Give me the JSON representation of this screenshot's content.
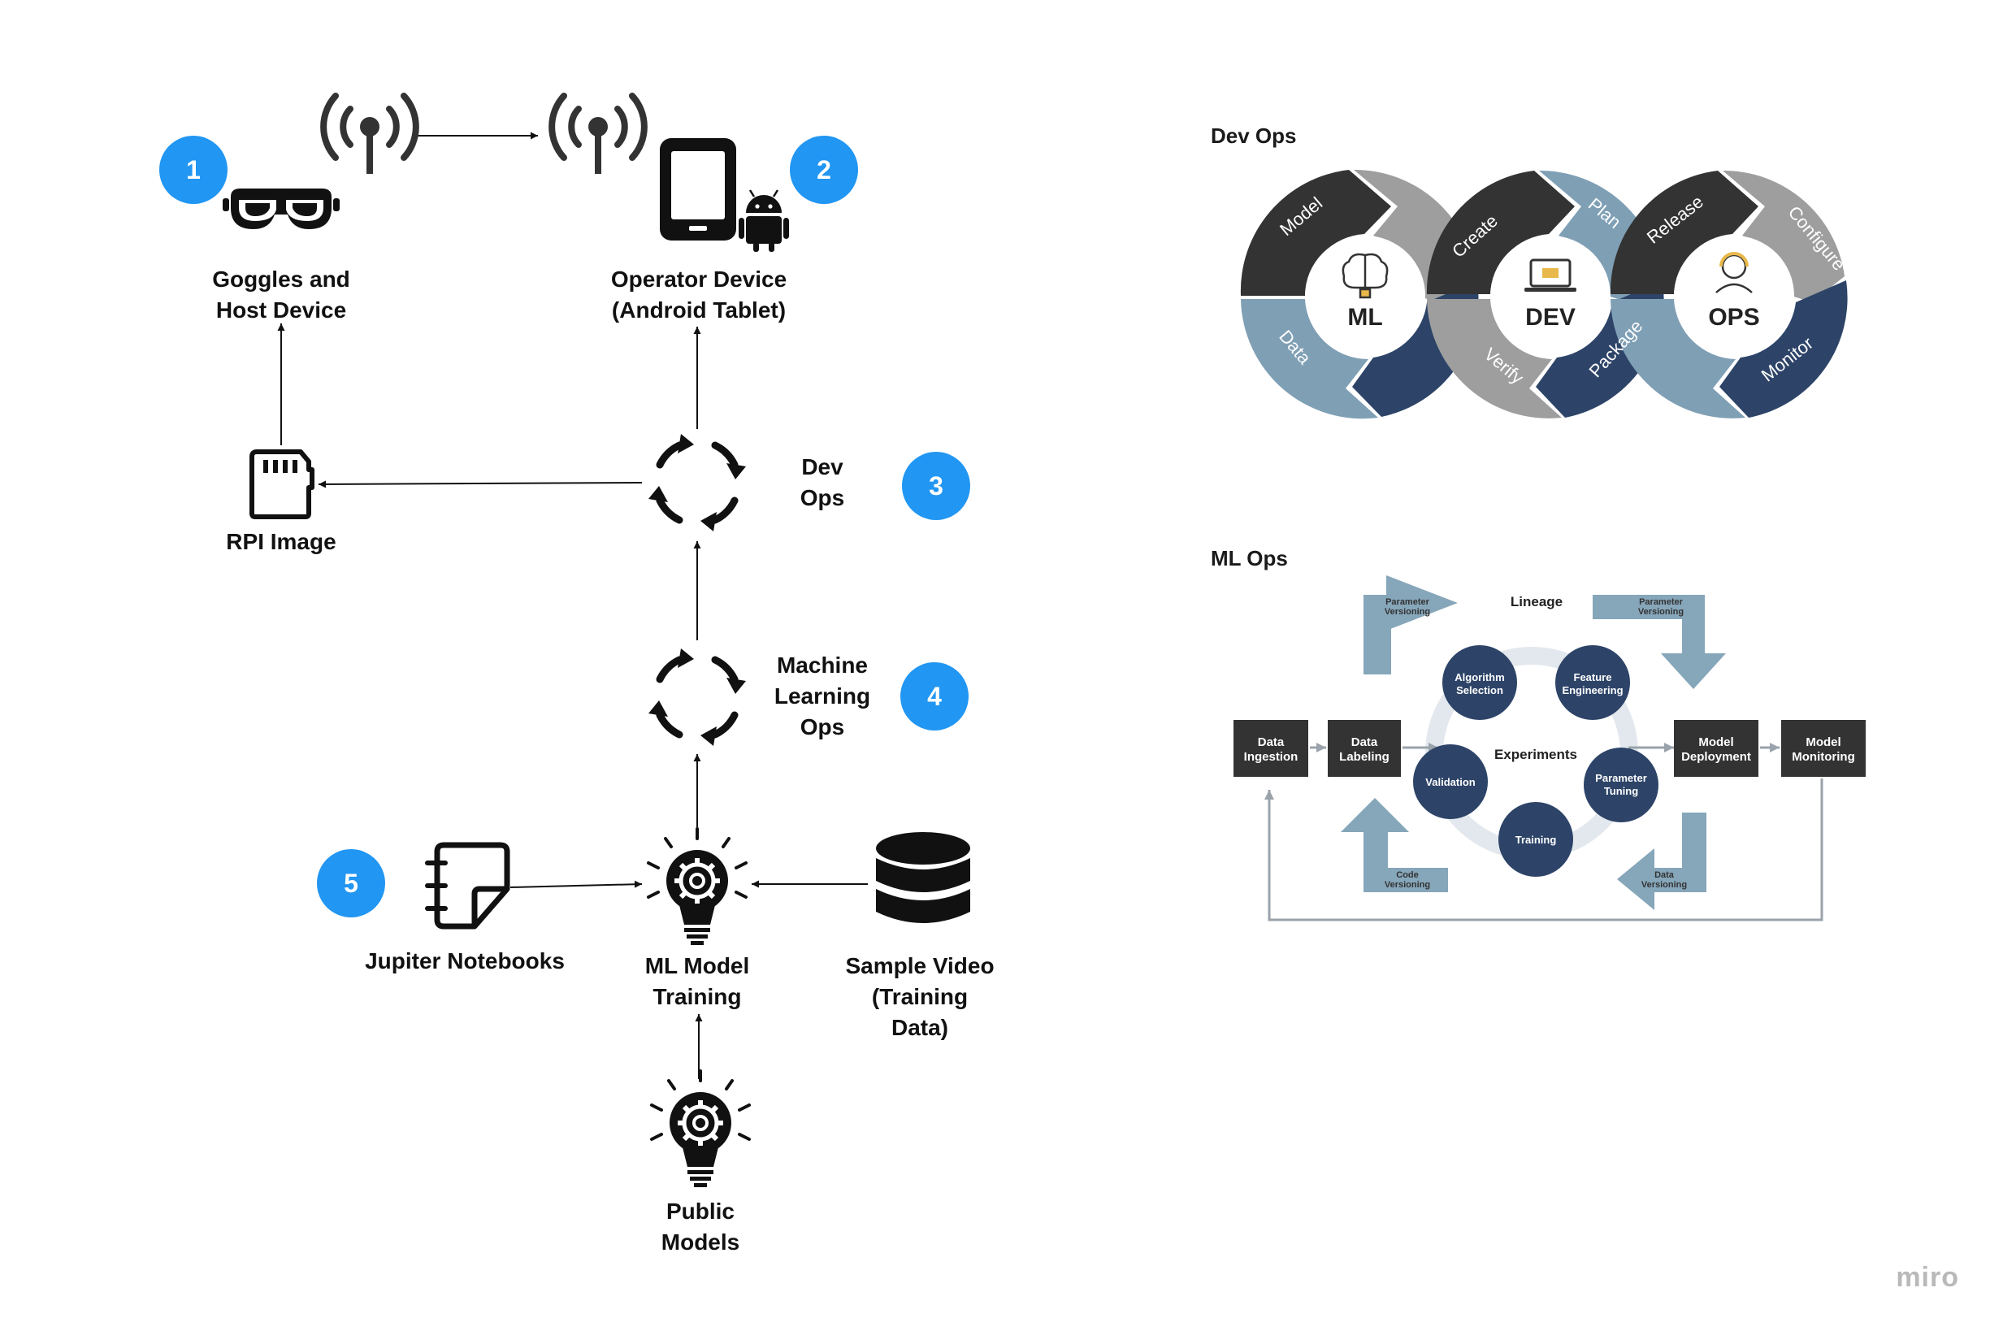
{
  "left": {
    "badges": [
      "1",
      "2",
      "3",
      "4",
      "5"
    ],
    "nodes": {
      "goggles": [
        "Goggles and",
        "Host Device"
      ],
      "operator": [
        "Operator Device",
        "(Android Tablet)"
      ],
      "rpi": [
        "RPI Image"
      ],
      "devops": [
        "Dev",
        "Ops"
      ],
      "mlops": [
        "Machine",
        "Learning",
        "Ops"
      ],
      "notebooks": [
        "Jupiter Notebooks"
      ],
      "training": [
        "ML Model",
        "Training"
      ],
      "video": [
        "Sample Video",
        "(Training",
        "Data)"
      ],
      "public": [
        "Public",
        "Models"
      ]
    }
  },
  "devops": {
    "title": "Dev Ops",
    "hubs": [
      "ML",
      "DEV",
      "OPS"
    ],
    "segments": [
      "Model",
      "Data",
      "Create",
      "Verify",
      "Plan",
      "Package",
      "Release",
      "Monitor",
      "Configure"
    ],
    "colors": {
      "dark": "#333333",
      "grey": "#9e9e9e",
      "navy": "#2d4468",
      "light": "#7f9fb5"
    }
  },
  "mlops": {
    "title": "ML Ops",
    "center": "Experiments",
    "lineage": "Lineage",
    "boxes": {
      "ingestion": [
        "Data",
        "Ingestion"
      ],
      "labeling": [
        "Data",
        "Labeling"
      ],
      "deployment": [
        "Model",
        "Deployment"
      ],
      "monitoring": [
        "Model",
        "Monitoring"
      ]
    },
    "circles": {
      "algorithm": [
        "Algorithm",
        "Selection"
      ],
      "feature": [
        "Feature",
        "Engineering"
      ],
      "tuning": [
        "Parameter",
        "Tuning"
      ],
      "training": [
        "Training"
      ],
      "validation": [
        "Validation"
      ]
    },
    "arrows": {
      "top_left": [
        "Parameter",
        "Versioning"
      ],
      "top_right": [
        "Parameter",
        "Versioning"
      ],
      "bottom_left": [
        "Code",
        "Versioning"
      ],
      "bottom_right": [
        "Data",
        "Versioning"
      ]
    },
    "colors": {
      "box": "#333333",
      "circle": "#2d4468",
      "arrow": "#86a6ba",
      "ring": "#e3e8ee"
    }
  },
  "watermark": "miro"
}
